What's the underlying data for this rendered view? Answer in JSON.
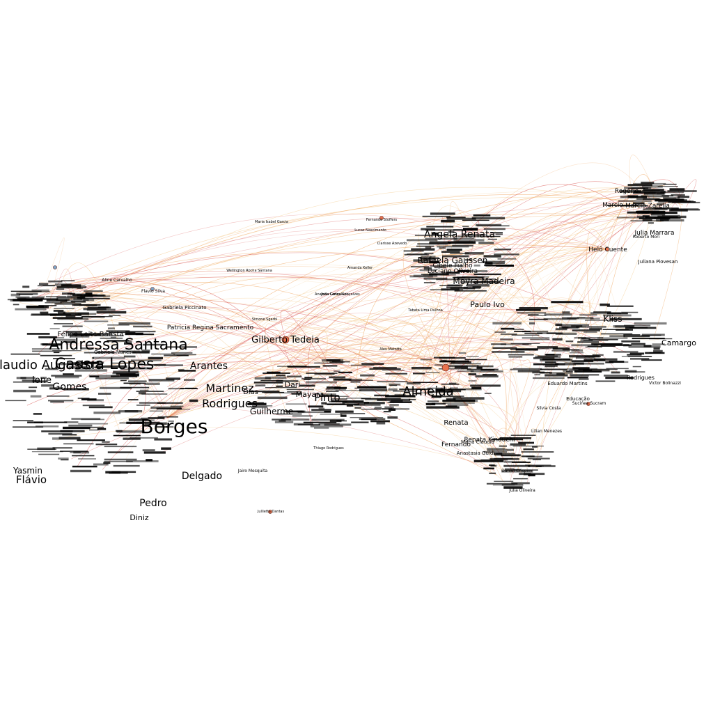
{
  "graph": {
    "colors": {
      "edge_primary": "#d9534f",
      "edge_secondary": "#f0a35a",
      "edge_faint": "#f4c98a",
      "node_fill": "#e8734f",
      "node_fill_alt": "#7fa7c9",
      "label": "#000000",
      "background": "#ffffff"
    },
    "labels": [
      "Andressa Santana",
      "Cassia Lopes",
      "Claudio Augusto",
      "Borges",
      "Gilberto Tedeia",
      "Patricia Regina Sacramento",
      "Gabriela Piccinato",
      "Aline Carvalho",
      "Flavio Silva",
      "Felipe Leite Batista",
      "Delgado",
      "Pedro",
      "Diniz",
      "Gabriela Nunes",
      "Gomes",
      "Rodrigues",
      "Martinez",
      "Pinto",
      "Dias",
      "Almeida",
      "Arantes",
      "Angela Renata",
      "Moyra Madeira",
      "Paulo Ivo",
      "Rafaela Gaussen",
      "Cibele Fialho",
      "Luciano Oliveira",
      "Helô Cuente",
      "Juliana Piovesan",
      "Roberto Mori",
      "Marcio Zarella",
      "Julia Marrara",
      "Kliss",
      "Rodrigues",
      "Renata Kinouchi",
      "Fernando",
      "Anastasia Guidi",
      "Maria Claudia",
      "Daniel Crispim",
      "Julia Oliveira",
      "Jairo Mesquita",
      "Jullietta Dantas",
      "Thiago Rodrigues",
      "Anabela Gonçalves",
      "Victor Bolinazzi",
      "Sucinea Sucram",
      "Silvia Costa",
      "Lilian Menezes",
      "Wellington Rocha Santana",
      "Tabata Lima Dulhoa",
      "Yasmin",
      "Flávio",
      "Ione",
      "Dari",
      "Mayara",
      "Guilherme",
      "Camargo",
      "Educação",
      "Eduardo Martins",
      "Amanda Keller",
      "Lucas Nascimento",
      "Fernando Stoffers",
      "Clarisse Azevedo",
      "Maria Isabel Garcia",
      "Simone Sgarbi",
      "João Carlos Gonçalves",
      "Alex Matotta",
      "Renata",
      "Rogério",
      "Marcio"
    ]
  }
}
